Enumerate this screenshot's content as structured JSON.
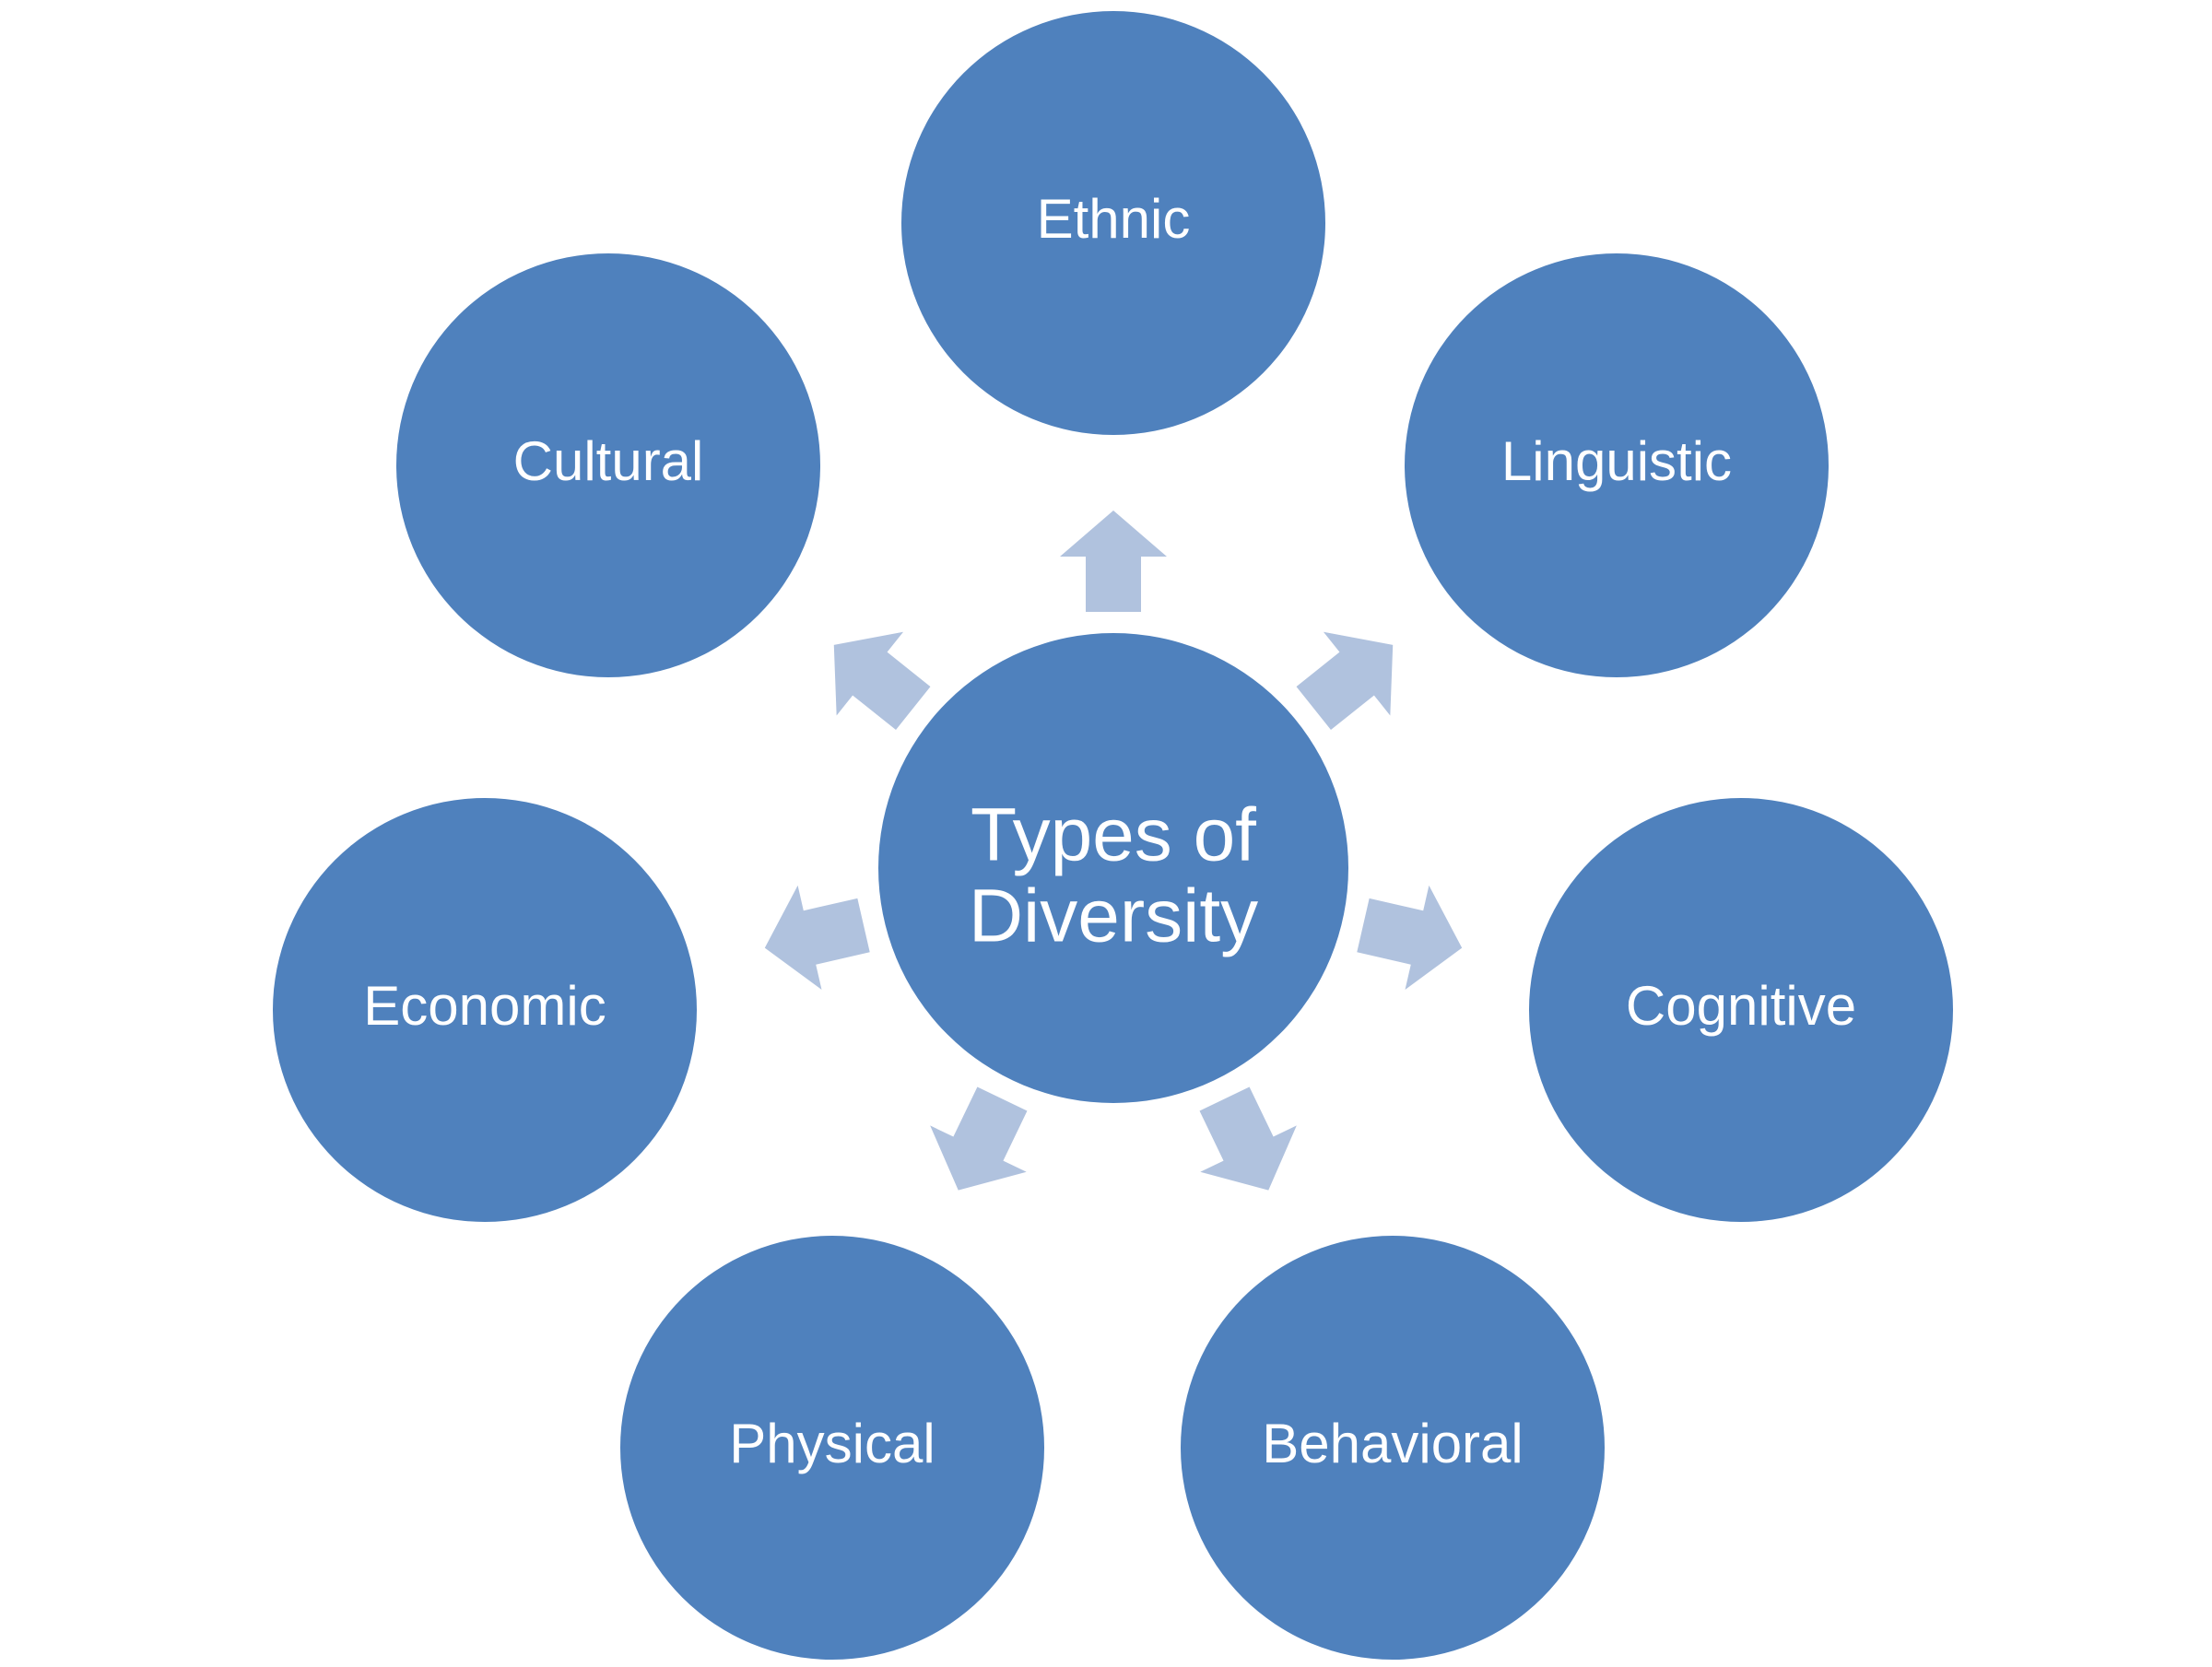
{
  "diagram": {
    "type": "radial-cycle",
    "center": {
      "name": "center-node",
      "lines": [
        "Types of",
        "Diversity"
      ]
    },
    "nodes": [
      {
        "name": "node-ethnic",
        "label": "Ethnic"
      },
      {
        "name": "node-linguistic",
        "label": "Linguistic"
      },
      {
        "name": "node-cognitive",
        "label": "Cognitive"
      },
      {
        "name": "node-behavioral",
        "label": "Behavioral"
      },
      {
        "name": "node-physical",
        "label": "Physical"
      },
      {
        "name": "node-economic",
        "label": "Economic"
      },
      {
        "name": "node-cultural",
        "label": "Cultural"
      }
    ],
    "colors": {
      "circle": "#4f81bd",
      "arrow": "#b0c2de",
      "text": "#ffffff",
      "background": "#ffffff"
    }
  }
}
